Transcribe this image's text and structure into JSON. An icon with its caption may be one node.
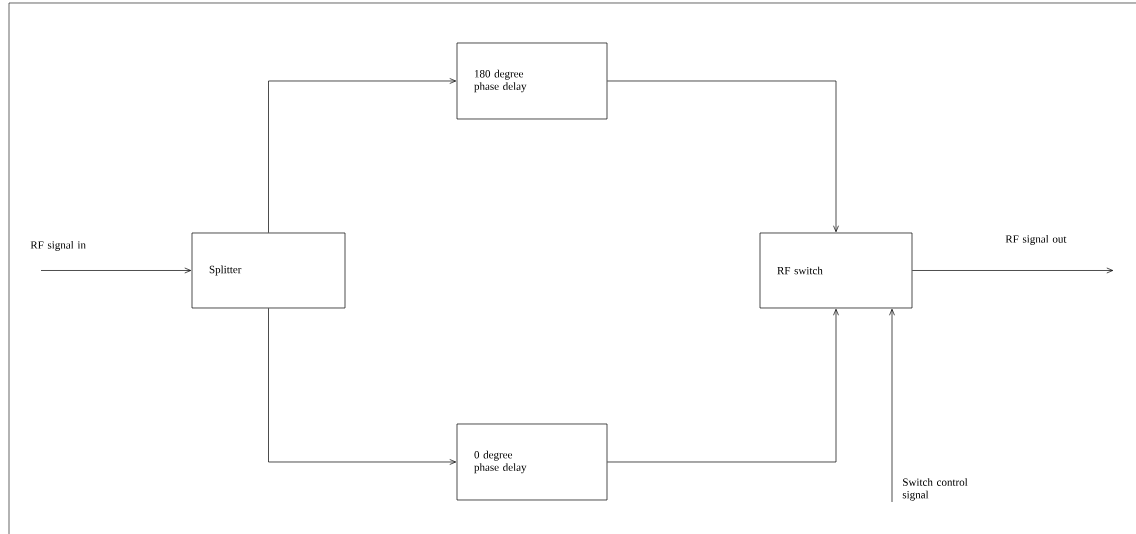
{
  "diagram": {
    "nodes": [
      {
        "text": [
          "Splitter"
        ]
      },
      {
        "text": [
          "180 degree phase delay"
        ]
      },
      {
        "text": [
          "0 degree phase delay"
        ]
      },
      {
        "text": [
          "RF switch"
        ]
      },
      {
        "text": [
          "RF signal in"
        ]
      },
      {
        "text": [
          "RF signal out"
        ]
      },
      {
        "text": [
          "Switch control signal"
        ]
      }
    ],
    "edges": [
      {
        "from": 4,
        "to": 0,
        "arrow": "to"
      },
      {
        "from": 0,
        "to": 1,
        "arrow": "to"
      },
      {
        "from": 0,
        "to": 2,
        "arrow": "to"
      },
      {
        "from": 1,
        "to": 3,
        "arrow": "to"
      },
      {
        "from": 2,
        "to": 3,
        "arrow": "to"
      },
      {
        "from": 3,
        "to": 5,
        "arrow": "to"
      },
      {
        "from": 6,
        "to": 3,
        "arrow": "to"
      }
    ]
  }
}
